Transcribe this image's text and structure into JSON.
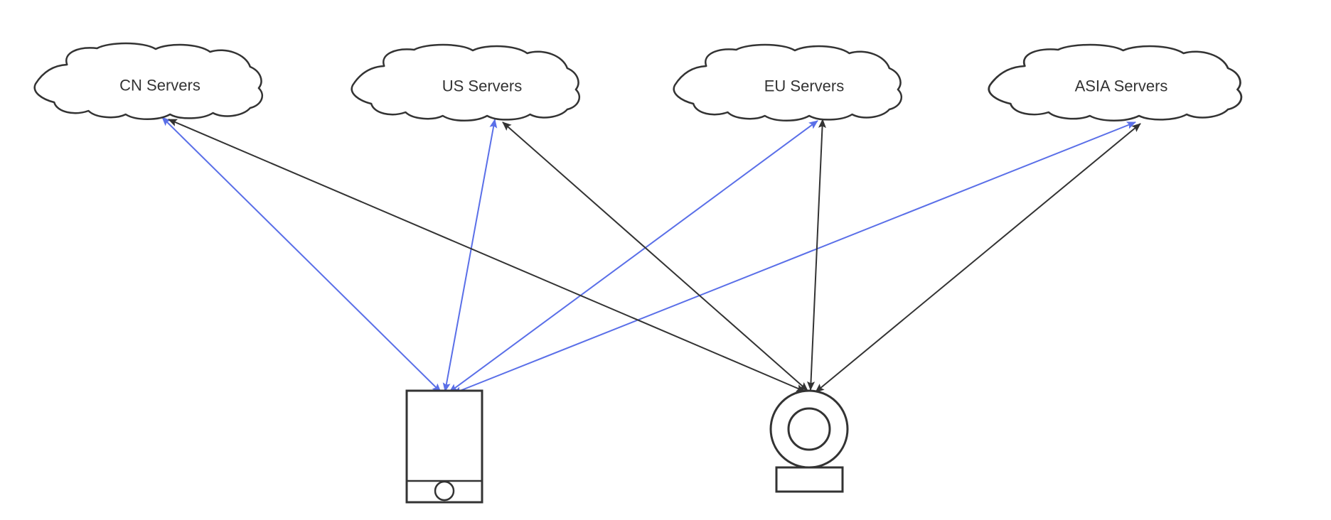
{
  "diagram": {
    "type": "network-topology",
    "colors": {
      "background": "#ffffff",
      "node_stroke": "#333333",
      "label": "#333333",
      "phone_link": "#5a6fe8",
      "webcam_link": "#333333"
    },
    "clouds": [
      {
        "id": "cn",
        "label": "CN Servers"
      },
      {
        "id": "us",
        "label": "US Servers"
      },
      {
        "id": "eu",
        "label": "EU Servers"
      },
      {
        "id": "asia",
        "label": "ASIA Servers"
      }
    ],
    "devices": [
      {
        "id": "phone",
        "kind": "mobile-phone"
      },
      {
        "id": "webcam",
        "kind": "webcam-camera"
      }
    ],
    "edges": [
      {
        "from": "phone",
        "to": "cn",
        "color": "#5a6fe8",
        "bidirectional": true
      },
      {
        "from": "phone",
        "to": "us",
        "color": "#5a6fe8",
        "bidirectional": true
      },
      {
        "from": "phone",
        "to": "eu",
        "color": "#5a6fe8",
        "bidirectional": true
      },
      {
        "from": "phone",
        "to": "asia",
        "color": "#5a6fe8",
        "bidirectional": true
      },
      {
        "from": "webcam",
        "to": "cn",
        "color": "#333333",
        "bidirectional": true
      },
      {
        "from": "webcam",
        "to": "us",
        "color": "#333333",
        "bidirectional": true
      },
      {
        "from": "webcam",
        "to": "eu",
        "color": "#333333",
        "bidirectional": true
      },
      {
        "from": "webcam",
        "to": "asia",
        "color": "#333333",
        "bidirectional": true
      }
    ]
  }
}
